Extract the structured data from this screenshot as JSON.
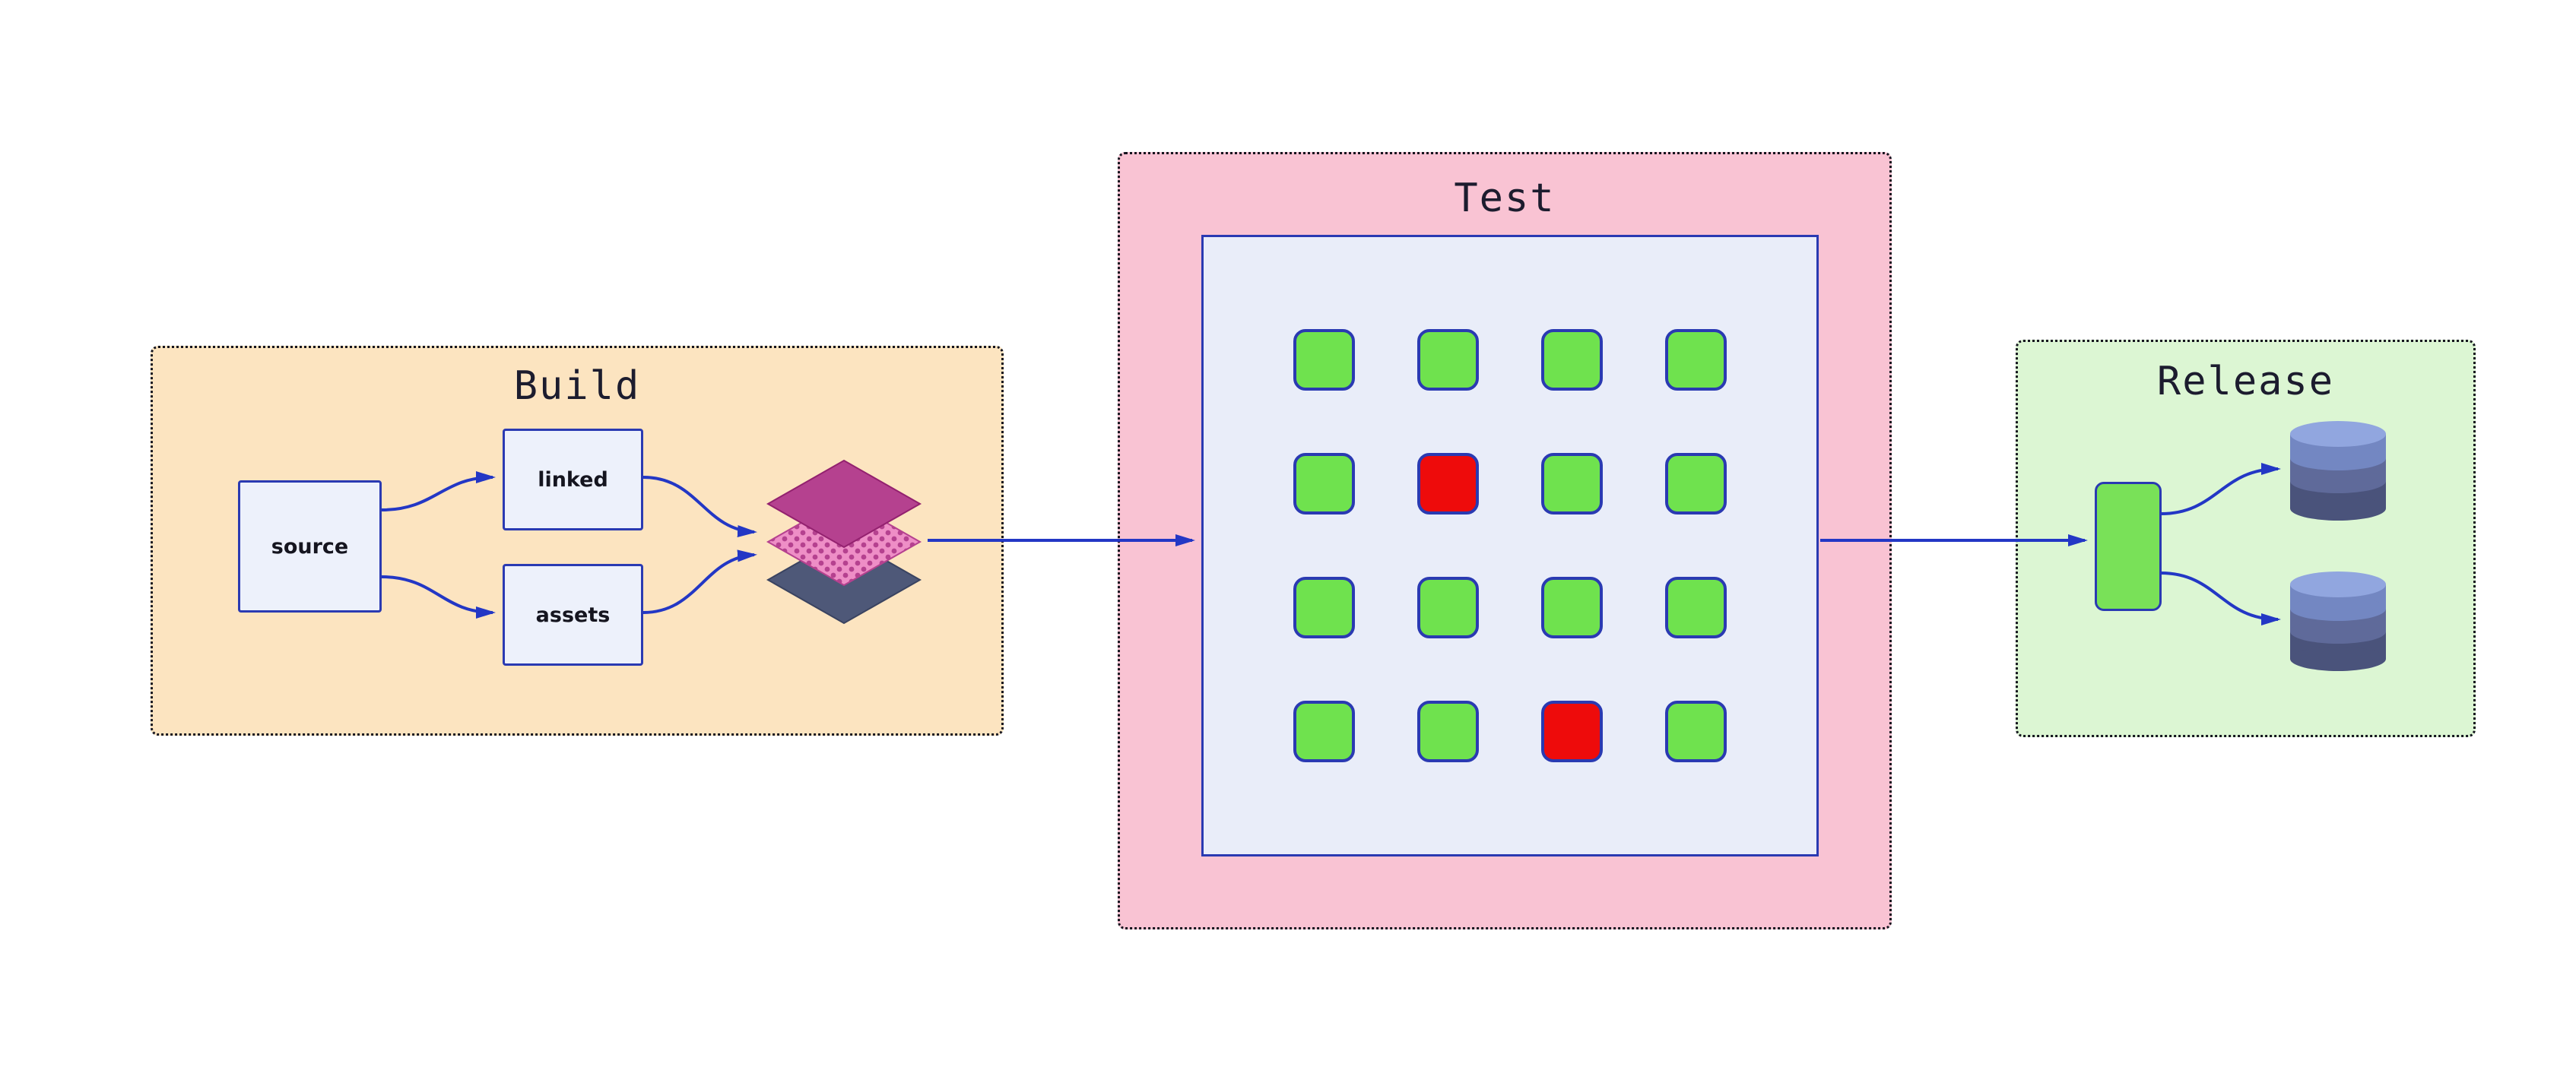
{
  "diagram": {
    "kind": "ci-cd-pipeline",
    "background": "#ffffff"
  },
  "stages": {
    "build": {
      "title": "Build",
      "bg_color": "#fce4c0",
      "nodes": {
        "source": {
          "label": "source"
        },
        "linked": {
          "label": "linked"
        },
        "assets": {
          "label": "assets"
        }
      },
      "artifact_icon": "layer-stack-icon",
      "layer_colors": {
        "top": "#b5418f",
        "middle": "#ee8ec6",
        "middle_dots": "#b5418f",
        "bottom": "#4e5878"
      }
    },
    "test": {
      "title": "Test",
      "bg_color": "#f9c3d3",
      "inner_bg": "#e9edf9",
      "grid": {
        "rows": 4,
        "cols": 4,
        "cells": [
          [
            "pass",
            "pass",
            "pass",
            "pass"
          ],
          [
            "pass",
            "fail",
            "pass",
            "pass"
          ],
          [
            "pass",
            "pass",
            "pass",
            "pass"
          ],
          [
            "pass",
            "pass",
            "fail",
            "pass"
          ]
        ],
        "pass_color": "#6fe24e",
        "fail_color": "#ee0b0b"
      }
    },
    "release": {
      "title": "Release",
      "bg_color": "#dcf6d3",
      "node_icon": "release-node",
      "node_color": "#79e158",
      "database_icons": [
        "database-icon-top",
        "database-icon-bottom"
      ],
      "database_colors": {
        "lid": "#91a6df",
        "upper": "#7387c2",
        "middle": "#5f6a9a",
        "lower": "#4a537b"
      }
    }
  },
  "colors": {
    "arrow": "#2337c5",
    "node_fill": "#edf1fb",
    "node_border": "#2a3ab2",
    "panel_border": "#14141e",
    "title_text": "#1c1c2e"
  }
}
